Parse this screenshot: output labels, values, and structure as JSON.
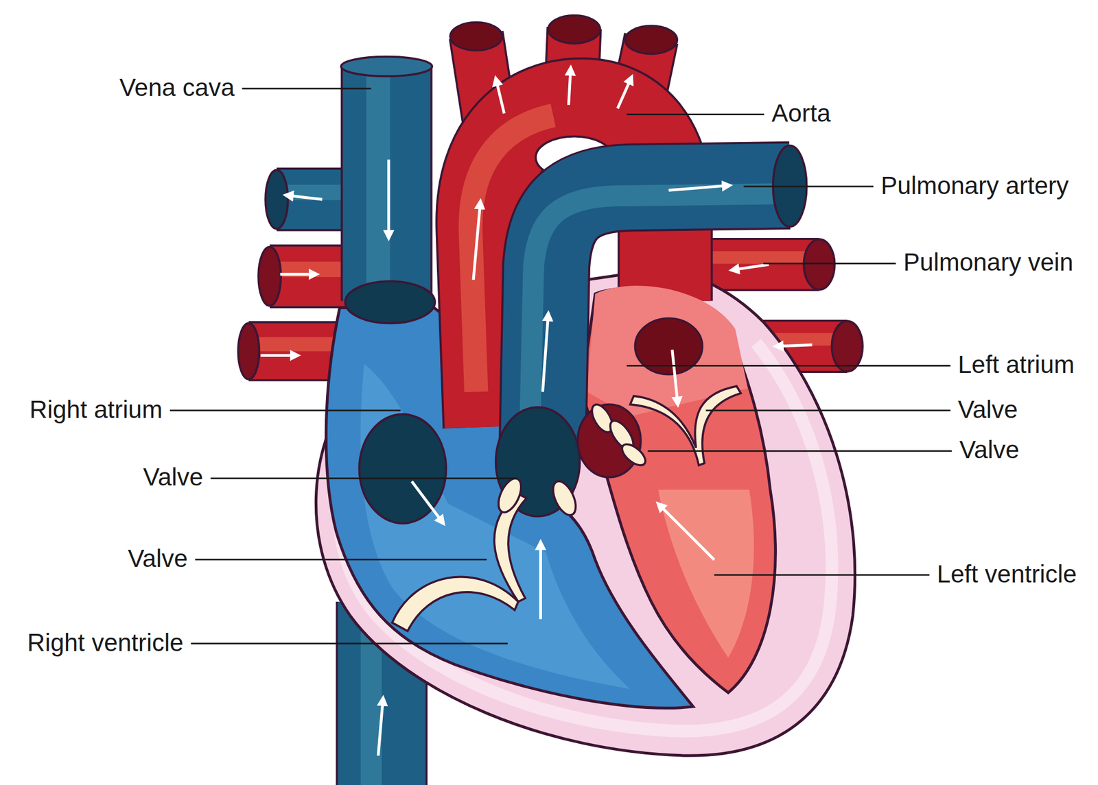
{
  "diagram": {
    "labels": [
      "Vena cava",
      "Aorta",
      "Pulmonary artery",
      "Pulmonary vein",
      "Left atrium",
      "Right atrium",
      "Valve",
      "Valve",
      "Valve",
      "Valve",
      "Left ventricle",
      "Right ventricle"
    ]
  }
}
